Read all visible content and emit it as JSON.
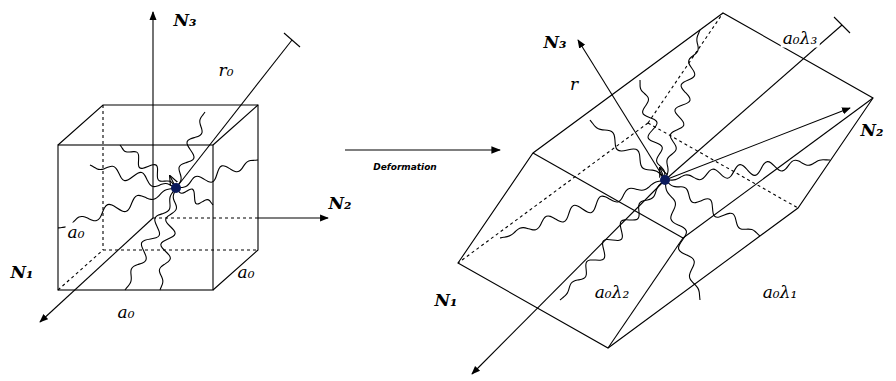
{
  "diagram": {
    "labels": [
      "N₃",
      "r₀",
      "N₂",
      "a₀",
      "N₁",
      "a₀",
      "a₀",
      "Deformation",
      "N₃",
      "r",
      "a₀λ₃",
      "N₂",
      "a₀λ₁",
      "a₀λ₂",
      "N₁"
    ]
  }
}
